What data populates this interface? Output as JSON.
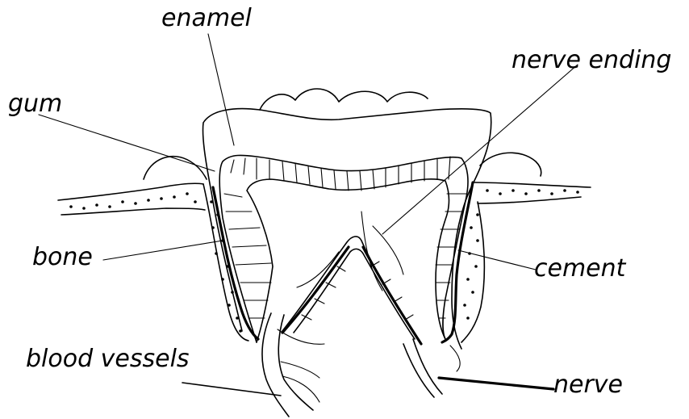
{
  "labels": {
    "enamel": "enamel",
    "nerve_ending": "nerve ending",
    "gum": "gum",
    "bone": "bone",
    "cement": "cement",
    "blood_vessels": "blood vessels",
    "nerve": "nerve"
  }
}
